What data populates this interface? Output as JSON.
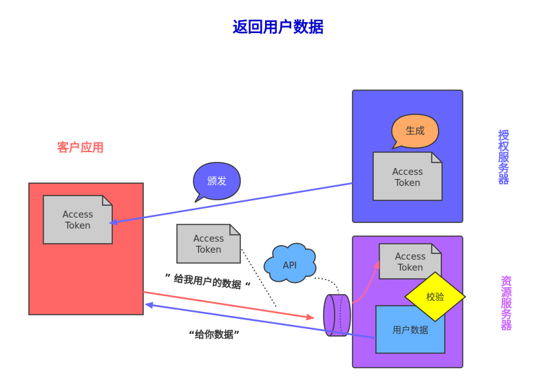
{
  "title": "返回用户数据",
  "client": {
    "label": "客户应用",
    "token_line1": "Access",
    "token_line2": "Token"
  },
  "auth_server": {
    "label": "授权服务器",
    "generate_label": "生成",
    "token_line1": "Access",
    "token_line2": "Token"
  },
  "issue_label": "颁发",
  "floating_token": {
    "line1": "Access",
    "line2": "Token"
  },
  "api_label": "API",
  "request_label": "” 给我用户的数据 “",
  "response_label": "“给你数据”",
  "resource_server": {
    "label": "资源服务器",
    "token_line1": "Access",
    "token_line2": "Token",
    "verify_label": "校验",
    "user_data_label": "用户数据"
  },
  "colors": {
    "title": "#0000cc",
    "client_fill": "#ff6666",
    "client_label": "#ff6666",
    "auth_fill": "#6666ff",
    "auth_label": "#6666ff",
    "resource_fill": "#b266ff",
    "resource_label": "#cc66ff",
    "token_fill": "#cccccc",
    "generate_bubble": "#ffaa66",
    "issue_bubble": "#6666ff",
    "api_cloud": "#66b3ff",
    "verify_diamond": "#ffff00",
    "user_data_fill": "#66b3ff",
    "request_arrow": "#ff6666",
    "response_arrow": "#6666ff",
    "pink_arrow": "#ff6699"
  }
}
